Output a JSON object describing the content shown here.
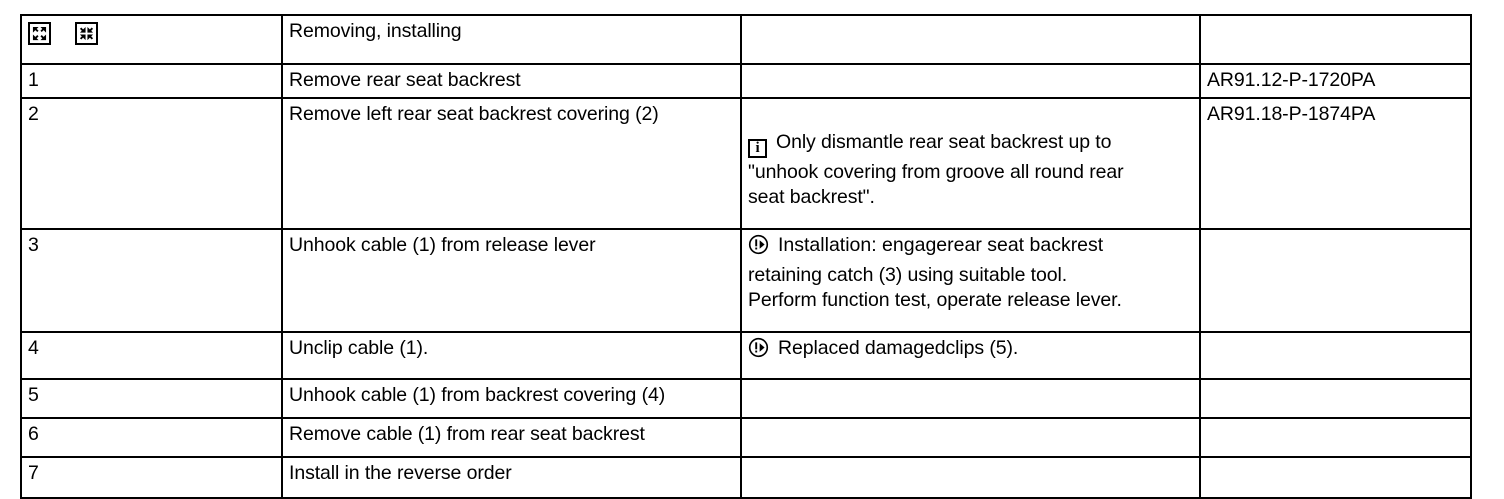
{
  "table": {
    "header": {
      "icons": [
        {
          "name": "expand-icon",
          "label": "Expand"
        },
        {
          "name": "collapse-icon",
          "label": "Collapse"
        }
      ],
      "title": "Removing, installing",
      "note": "",
      "reference": ""
    },
    "rows": [
      {
        "step": "1",
        "description": "Remove rear seat backrest",
        "note_icon": "",
        "note_lines": [],
        "reference": "AR91.12-P-1720PA"
      },
      {
        "step": "2",
        "description": "Remove left rear seat backrest covering (2)",
        "note_icon": "info",
        "note_lines": [
          "Only  dismantle rear  seat backrest up to",
          "\"unhook covering from groove all round rear",
          "seat backrest\"."
        ],
        "reference": "AR91.18-P-1874PA"
      },
      {
        "step": "3",
        "description": "Unhook cable (1) from release lever",
        "note_icon": "installation",
        "note_lines": [
          "Installation:  engagerear seat backrest",
          "retaining catch (3) using suitable tool.",
          "Perform function test, operate release lever."
        ],
        "reference": ""
      },
      {
        "step": "4",
        "description": "Unclip cable (1).",
        "note_icon": "installation",
        "note_lines": [
          "Replaced damagedclips    (5)."
        ],
        "reference": ""
      },
      {
        "step": "5",
        "description": "Unhook cable (1) from backrest covering (4)",
        "note_icon": "",
        "note_lines": [],
        "reference": ""
      },
      {
        "step": "6",
        "description": "Remove cable (1) from rear seat backrest",
        "note_icon": "",
        "note_lines": [],
        "reference": ""
      },
      {
        "step": "7",
        "description": "Install in the reverse order",
        "note_icon": "",
        "note_lines": [],
        "reference": ""
      }
    ]
  },
  "icon_glyphs": {
    "info": "i"
  },
  "colors": {
    "border": "#000000",
    "text": "#000000",
    "background": "#ffffff"
  }
}
